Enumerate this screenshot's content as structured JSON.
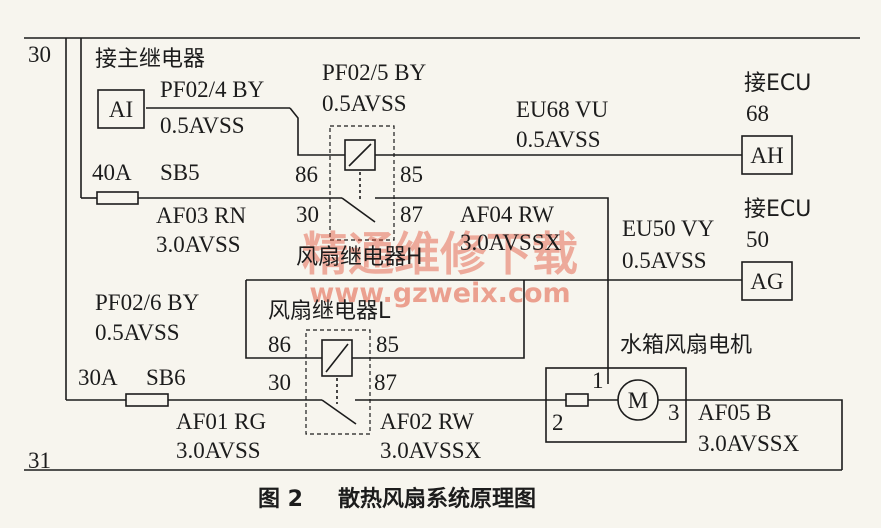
{
  "diagram": {
    "bus_30": "30",
    "bus_31": "31",
    "main_relay_label": "接主继电器",
    "connector_ai": "AI",
    "wire_pf02_4": "PF02/4 BY",
    "wire_pf02_4_spec": "0.5AVSS",
    "wire_pf02_5": "PF02/5 BY",
    "wire_pf02_5_spec": "0.5AVSS",
    "wire_eu68": "EU68  VU",
    "wire_eu68_spec": "0.5AVSS",
    "ecu68_label": "接ECU",
    "ecu68_pin": "68",
    "connector_ah": "AH",
    "fuse_sb5_rating": "40A",
    "fuse_sb5_name": "SB5",
    "relay_h_pin_86": "86",
    "relay_h_pin_85": "85",
    "relay_h_pin_30": "30",
    "relay_h_pin_87": "87",
    "wire_af03": "AF03 RN",
    "wire_af03_spec": "3.0AVSS",
    "wire_af04": "AF04 RW",
    "wire_af04_spec": "3.0AVSSX",
    "relay_h_name": "风扇继电器H",
    "wire_eu50": "EU50 VY",
    "wire_eu50_spec": "0.5AVSS",
    "ecu50_label": "接ECU",
    "ecu50_pin": "50",
    "connector_ag": "AG",
    "wire_pf02_6": "PF02/6 BY",
    "wire_pf02_6_spec": "0.5AVSS",
    "relay_l_name": "风扇继电器L",
    "relay_l_pin_86": "86",
    "relay_l_pin_85": "85",
    "relay_l_pin_30": "30",
    "relay_l_pin_87": "87",
    "motor_name": "水箱风扇电机",
    "motor_symbol": "M",
    "motor_pin_1": "1",
    "motor_pin_2": "2",
    "motor_pin_3": "3",
    "fuse_sb6_rating": "30A",
    "fuse_sb6_name": "SB6",
    "wire_af01": "AF01 RG",
    "wire_af01_spec": "3.0AVSS",
    "wire_af02": "AF02 RW",
    "wire_af02_spec": "3.0AVSSX",
    "wire_af05": "AF05 B",
    "wire_af05_spec": "3.0AVSSX"
  },
  "watermark": {
    "text": "精通维修下载",
    "url": "www.gzweix.com"
  },
  "caption": {
    "figure_no": "图 2",
    "title": "散热风扇系统原理图"
  }
}
